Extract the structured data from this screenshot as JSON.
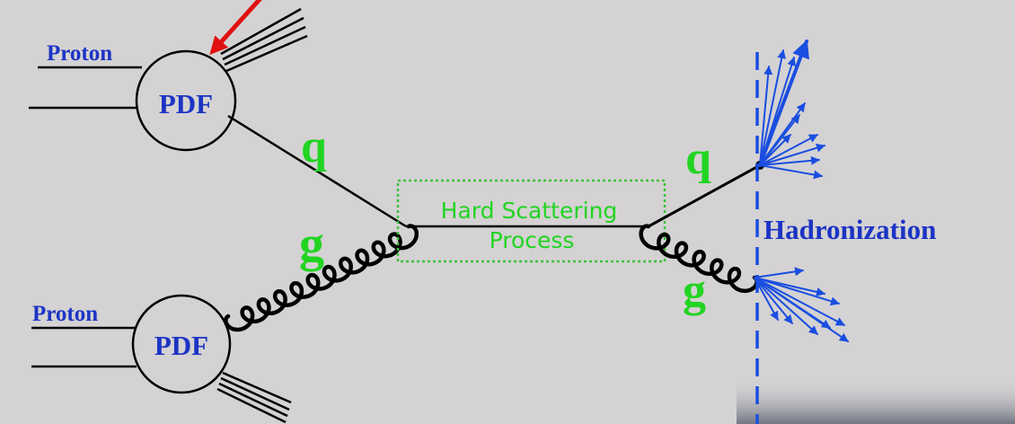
{
  "labels": {
    "proton_top": "Proton",
    "proton_bottom": "Proton",
    "pdf_top": "PDF",
    "pdf_bottom": "PDF",
    "quark_in": "q",
    "gluon_in": "g",
    "quark_out": "q",
    "gluon_out": "g",
    "hard_scattering_line1": "Hard Scattering",
    "hard_scattering_line2": "Process",
    "hadronization": "Hadronization"
  },
  "colors": {
    "background": "#d4d2d3",
    "lines": "#000000",
    "proton_text": "#1c34c4",
    "pdf_text": "#1c34c4",
    "parton_labels": "#22d422",
    "hard_process_text": "#22d422",
    "hard_process_box": "#3cc23c",
    "hadronization_text": "#1c34c4",
    "hadron_arrows": "#1a4ee0",
    "indicator_arrow": "#e01010"
  },
  "icons": [
    "red-indicator-arrow"
  ]
}
